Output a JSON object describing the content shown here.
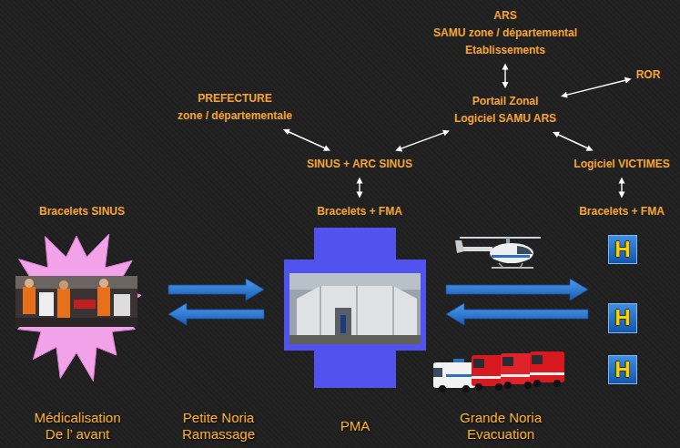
{
  "diagram": {
    "nodes": [
      {
        "text": [
          "ARS",
          "SAMU zone / départemental Etablissements"
        ]
      },
      {
        "text": [
          "PREFECTURE",
          "zone / départementale"
        ]
      },
      {
        "text": [
          "Portail Zonal",
          "Logiciel SAMU ARS"
        ]
      },
      {
        "text": [
          "ROR"
        ]
      },
      {
        "text": [
          "SINUS + ARC SINUS"
        ]
      },
      {
        "text": [
          "Logiciel VICTIMES"
        ]
      },
      {
        "text": [
          "Bracelets + FMA"
        ]
      },
      {
        "text": [
          "Bracelets + FMA"
        ]
      },
      {
        "text": [
          "Médicalisation De l’ avant"
        ]
      },
      {
        "text": [
          "PMA"
        ]
      },
      {
        "text": [
          "H"
        ]
      },
      {
        "text": [
          "H"
        ]
      },
      {
        "text": [
          "H"
        ]
      }
    ],
    "edges": [
      {
        "from": 0,
        "to": 2,
        "arrow": "both"
      },
      {
        "from": 1,
        "to": 4,
        "arrow": "both"
      },
      {
        "from": 4,
        "to": 2,
        "arrow": "both"
      },
      {
        "from": 2,
        "to": 3,
        "arrow": "both"
      },
      {
        "from": 2,
        "to": 5,
        "arrow": "both"
      },
      {
        "from": 4,
        "to": 6,
        "arrow": "both"
      },
      {
        "from": 5,
        "to": 7,
        "arrow": "both"
      },
      {
        "from": 8,
        "to": 9,
        "arrow": "to"
      },
      {
        "from": 9,
        "to": 8,
        "arrow": "to"
      },
      {
        "from": 9,
        "to": 11,
        "arrow": "to"
      },
      {
        "from": 11,
        "to": 9,
        "arrow": "to"
      }
    ],
    "labels": [
      "Bracelets SINUS",
      "Petite Noria Ramassage",
      "Grande Noria Evacuation"
    ]
  }
}
